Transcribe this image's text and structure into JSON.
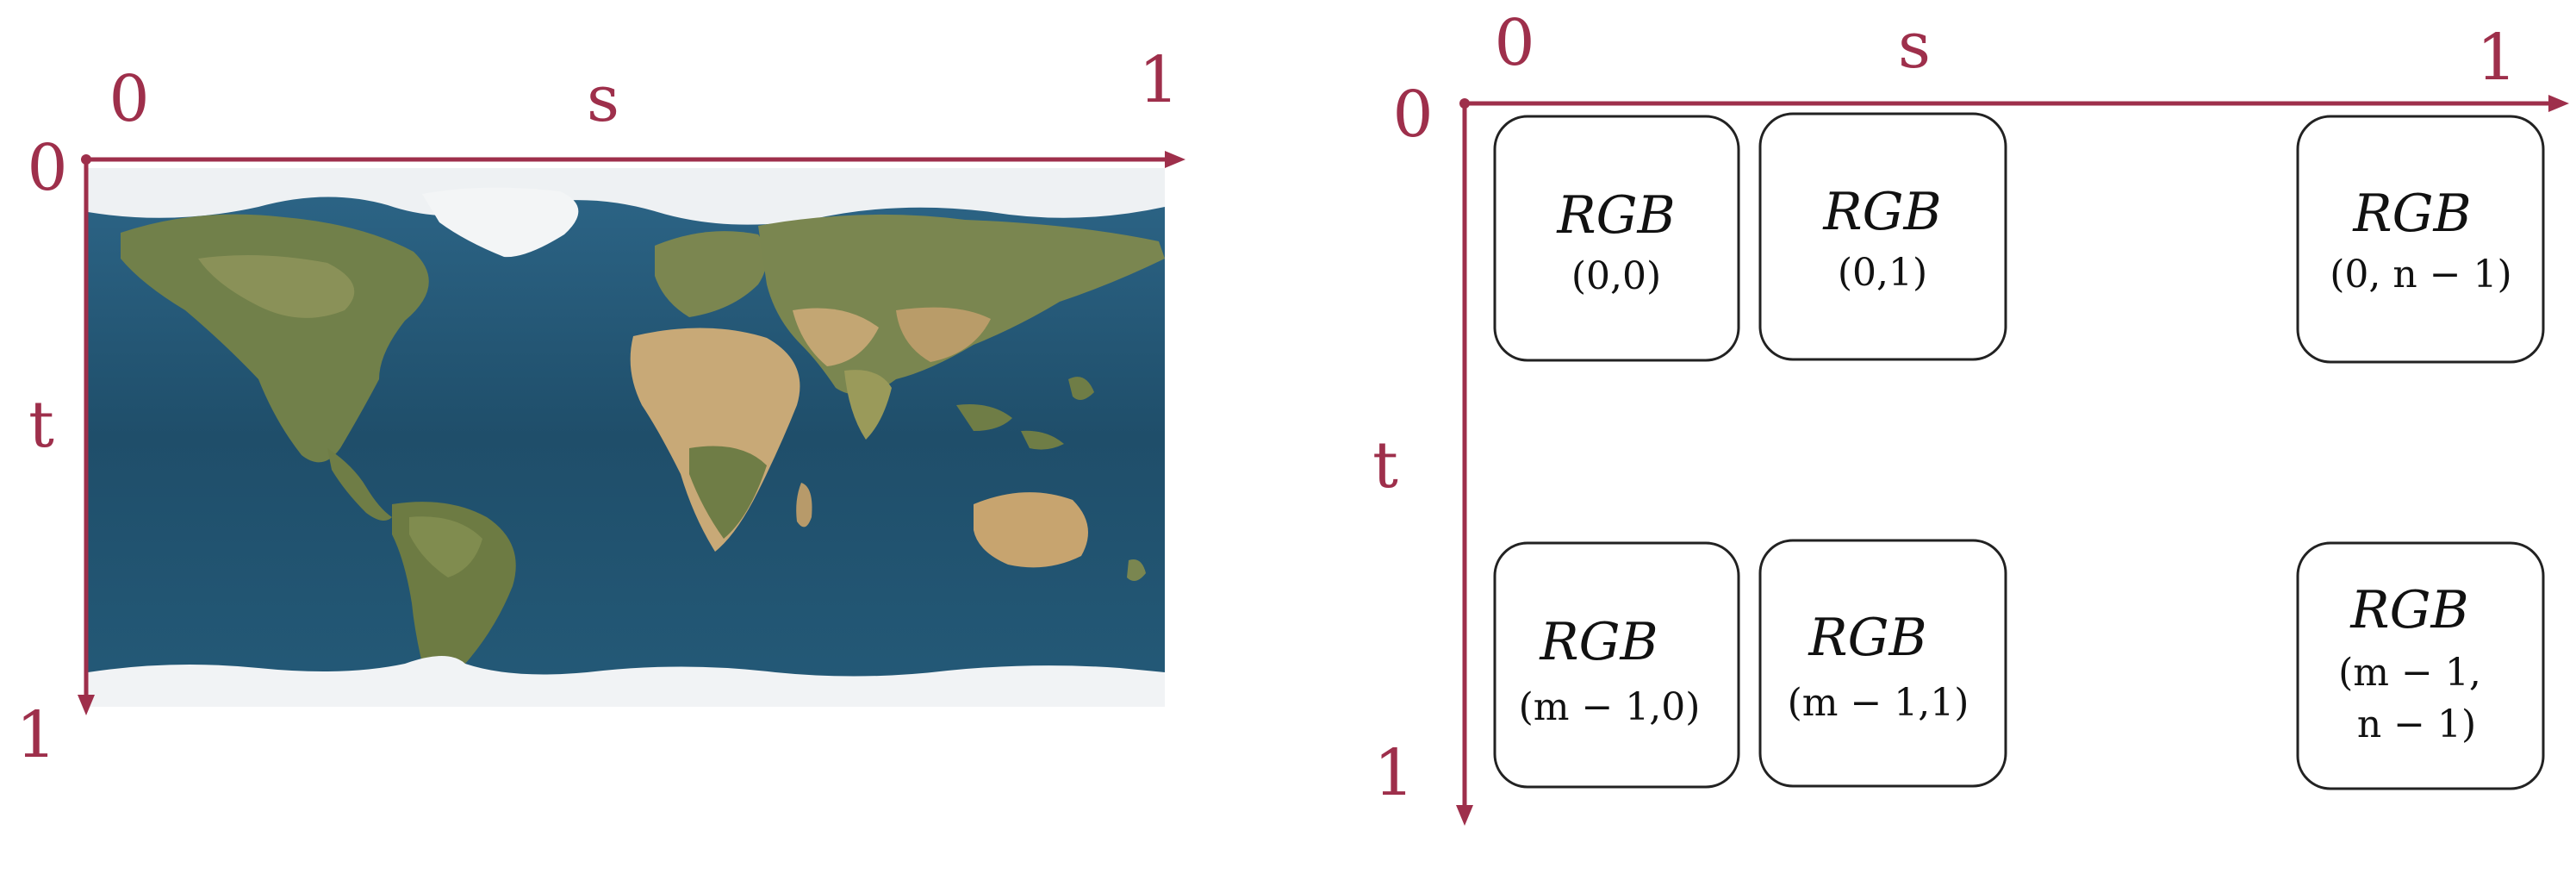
{
  "colors": {
    "axis": "#9e2f4b",
    "ocean": "#1f4e6a",
    "ocean_light": "#2c6486",
    "land": "#6f7d46",
    "desert": "#c8a977",
    "ice": "#eef1f3",
    "cell_stroke": "#222222"
  },
  "left_panel": {
    "s_label": "s",
    "t_label": "t",
    "s_start": "0",
    "s_end": "1",
    "t_start": "0",
    "t_end": "1",
    "image_icon": "world-map-texture"
  },
  "right_panel": {
    "s_label": "s",
    "t_label": "t",
    "s_start": "0",
    "s_end": "1",
    "t_start": "0",
    "t_end": "1",
    "cells": [
      {
        "title": "RGB",
        "index": [
          "(0,0)"
        ]
      },
      {
        "title": "RGB",
        "index": [
          "(0,1)"
        ]
      },
      {
        "title": "RGB",
        "index": [
          "(0, n − 1)"
        ]
      },
      {
        "title": "RGB",
        "index": [
          "(m − 1,0)"
        ]
      },
      {
        "title": "RGB",
        "index": [
          "(m − 1,1)"
        ]
      },
      {
        "title": "RGB",
        "index": [
          "(m − 1,",
          "n − 1)"
        ]
      }
    ]
  }
}
